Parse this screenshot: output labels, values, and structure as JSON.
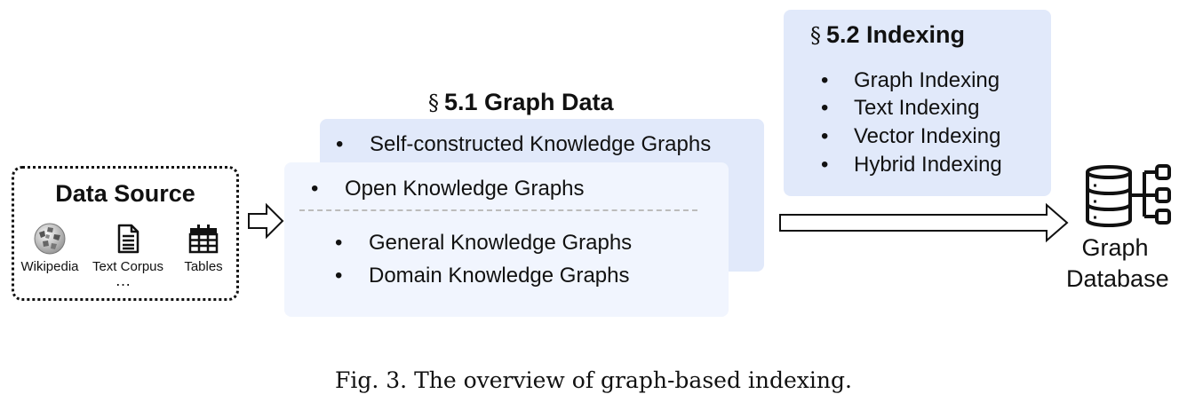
{
  "data_source": {
    "title": "Data Source",
    "items": [
      {
        "label": "Wikipedia",
        "icon": "wikipedia-globe-icon"
      },
      {
        "label": "Text Corpus",
        "icon": "document-icon"
      },
      {
        "label": "Tables",
        "icon": "table-icon"
      }
    ],
    "ellipsis": "…"
  },
  "graph_data": {
    "section_mark": "§",
    "heading": "5.1 Graph Data",
    "self_constructed": "Self-constructed Knowledge Graphs",
    "open": "Open Knowledge Graphs",
    "open_children": [
      "General Knowledge Graphs",
      "Domain Knowledge Graphs"
    ]
  },
  "indexing": {
    "section_mark": "§",
    "heading": "5.2 Indexing",
    "items": [
      "Graph Indexing",
      "Text Indexing",
      "Vector Indexing",
      "Hybrid Indexing"
    ]
  },
  "database": {
    "label_line1": "Graph",
    "label_line2": "Database",
    "icon": "graph-database-icon"
  },
  "bullet": "•",
  "caption": "Fig. 3.  The overview of graph-based indexing.",
  "colors": {
    "panel_dark": "#e1e9fa",
    "panel_light": "#f1f5fe",
    "ink": "#111111",
    "divider": "#bcbcbc"
  }
}
